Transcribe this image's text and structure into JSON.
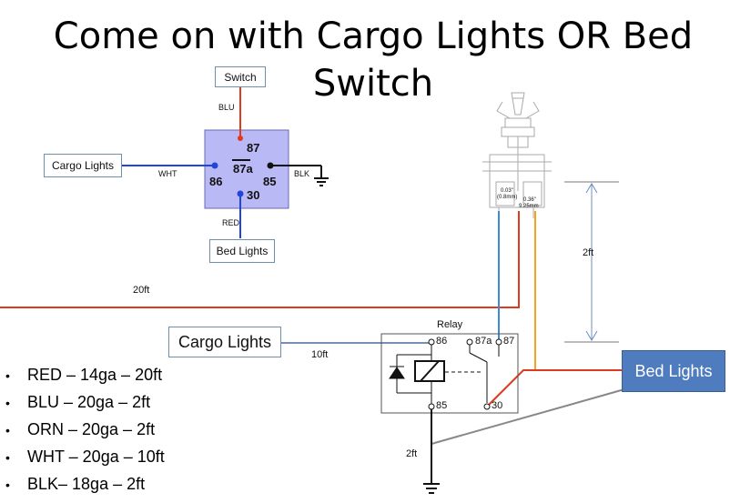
{
  "title": "Come on with Cargo Lights OR Bed Switch",
  "top_relay": {
    "pins": {
      "p87": "87",
      "p87a": "87a",
      "p86": "86",
      "p85": "85",
      "p30": "30"
    },
    "boxes": {
      "switch": "Switch",
      "cargo": "Cargo Lights",
      "bed": "Bed Lights"
    },
    "wires": {
      "blu": "BLU",
      "wht": "WHT",
      "blk": "BLK",
      "red": "RED"
    }
  },
  "toggle": {
    "dim1": "0.03\"",
    "dim1b": "(0.8mm)",
    "dim2": "0.36\"",
    "dim2b": "9.25mm",
    "length": "2ft"
  },
  "main": {
    "wire_20ft": "20ft",
    "cargo_box": "Cargo Lights",
    "wire_10ft": "10ft",
    "relay_title": "Relay",
    "pins": {
      "p86": "86",
      "p87a": "87a",
      "p87": "87",
      "p85": "85",
      "p30": "30"
    },
    "bed_box": "Bed Lights",
    "ground_2ft": "2ft"
  },
  "legend": [
    "RED – 14ga – 20ft",
    "BLU – 20ga – 2ft",
    "ORN – 20ga – 2ft",
    "WHT – 20ga – 10ft",
    "BLK– 18ga – 2ft"
  ],
  "colors": {
    "red": "#e03a1e",
    "blue": "#3b8bd6",
    "orange": "#f2a41e",
    "relay_fill": "#b9b9f5",
    "gray": "#888888"
  }
}
